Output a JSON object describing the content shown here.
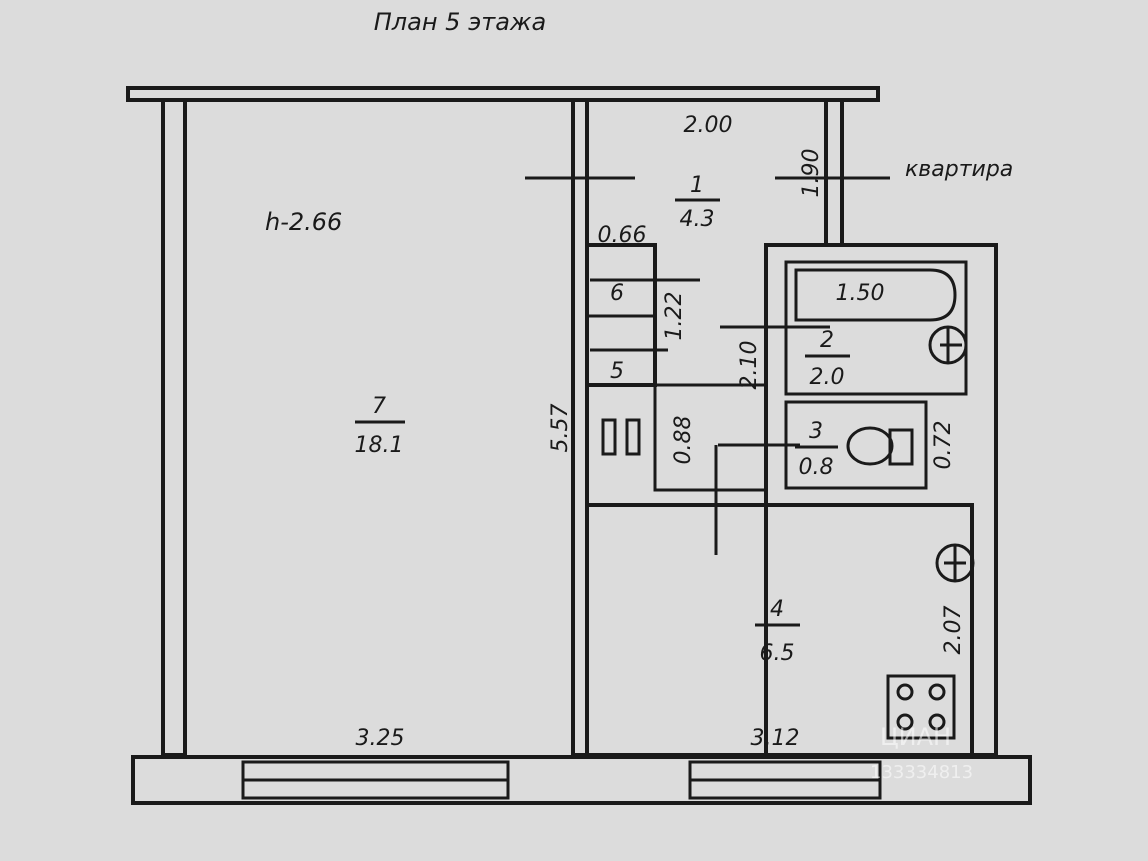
{
  "plan": {
    "title": "План 5 этажа",
    "ceiling_height": "h-2.66",
    "entrance_label": "квартира",
    "rooms": [
      {
        "number": "1",
        "area": "4.3"
      },
      {
        "number": "2",
        "area": "2.0"
      },
      {
        "number": "3",
        "area": "0.8"
      },
      {
        "number": "4",
        "area": "6.5"
      },
      {
        "number": "7",
        "area": "18.1"
      },
      {
        "number": "5",
        "area": ""
      },
      {
        "number": "6",
        "area": ""
      }
    ],
    "dimensions": {
      "hall_width": "2.00",
      "hall_depth": "1.90",
      "closet_width": "0.66",
      "closet_depth": "1.22",
      "bath_length": "1.50",
      "bath_depth": "2.10",
      "wc_width": "0.72",
      "corridor_width": "0.88",
      "living_depth": "5.57",
      "living_width": "3.25",
      "kitchen_width": "3.12",
      "kitchen_depth": "2.07"
    },
    "watermark": {
      "brand": "ЦИАН",
      "code": "133334813"
    }
  },
  "colors": {
    "paper": "#dcdcdc",
    "ink": "#1a1a1a"
  }
}
